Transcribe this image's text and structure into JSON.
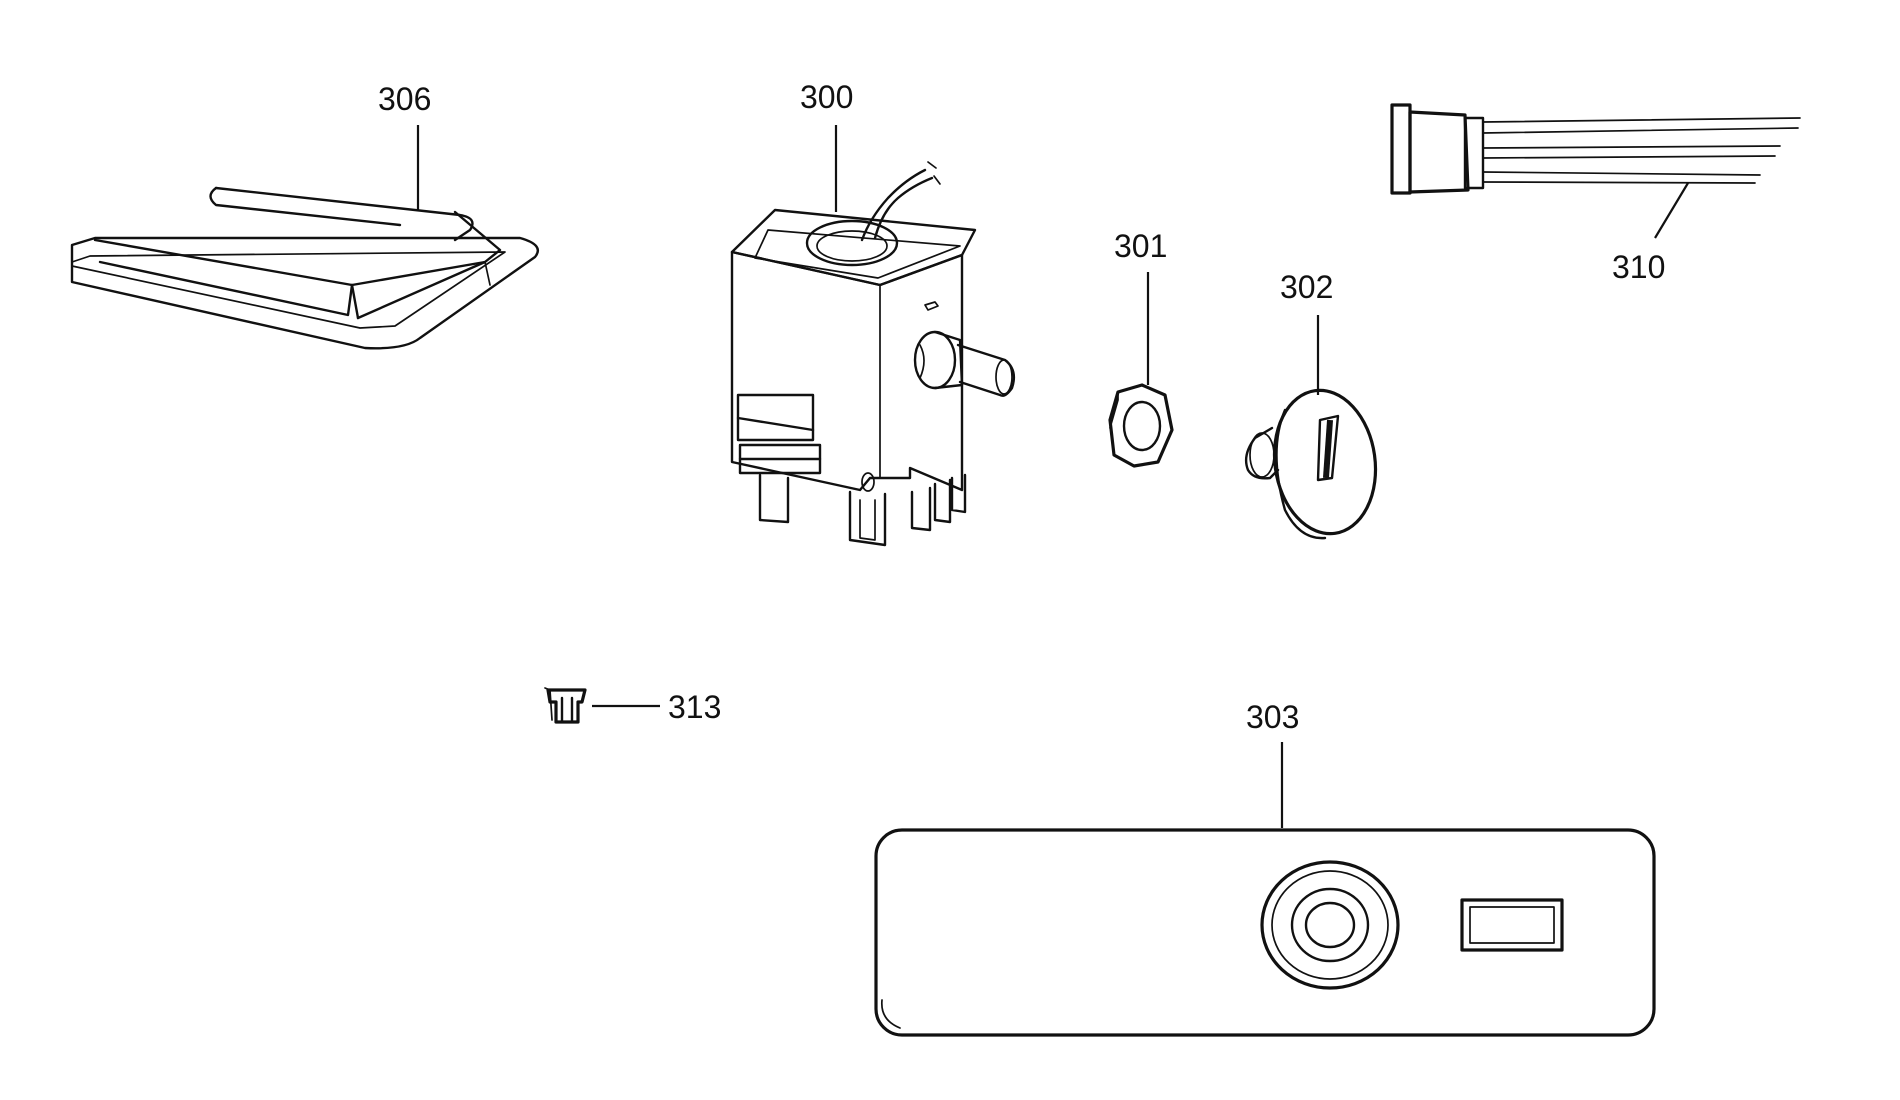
{
  "labels": {
    "part_306": "306",
    "part_300": "300",
    "part_301": "301",
    "part_302": "302",
    "part_310": "310",
    "part_313": "313",
    "part_303": "303"
  },
  "colors": {
    "ink": "#111111",
    "background": "#ffffff"
  }
}
